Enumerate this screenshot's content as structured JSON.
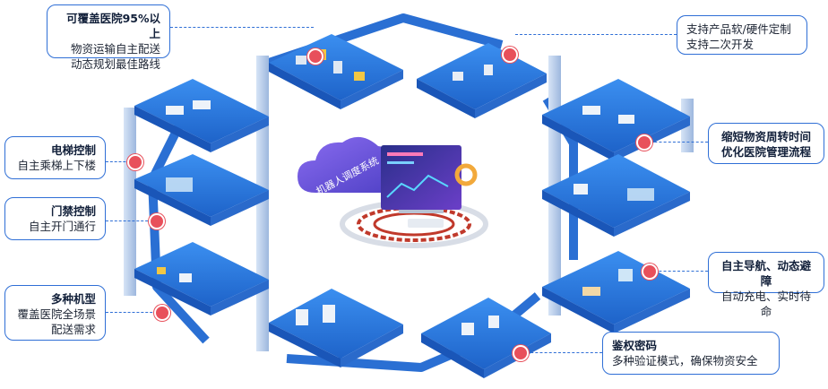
{
  "callouts": {
    "coverage": {
      "line1": "可覆盖医院95%以上",
      "line2": "物资运输自主配送",
      "line3": "动态规划最佳路线"
    },
    "custom": {
      "line1": "支持产品软/硬件定制",
      "line2": "支持二次开发"
    },
    "elevator": {
      "title": "电梯控制",
      "desc": "自主乘梯上下楼"
    },
    "access": {
      "title": "门禁控制",
      "desc": "自主开门通行"
    },
    "models": {
      "title": "多种机型",
      "line2": "覆盖医院全场景",
      "line3": "配送需求"
    },
    "turnover": {
      "line1": "缩短物资周转时间",
      "line2": "优化医院管理流程"
    },
    "navigation": {
      "title": "自主导航、动态避障",
      "desc": "自动充电、实时待命"
    },
    "auth": {
      "title": "鉴权密码",
      "desc": "多种验证模式，确保物资安全"
    }
  },
  "center": {
    "cloud_label": "机器人调度系统"
  },
  "colors": {
    "accent": "#2f6fd6",
    "marker": "#e8505b",
    "platform_top": "#2d7fe0",
    "platform_side": "#1a56b8",
    "cloud": "#6a4fd8",
    "pillar": "#bfd3ee"
  }
}
